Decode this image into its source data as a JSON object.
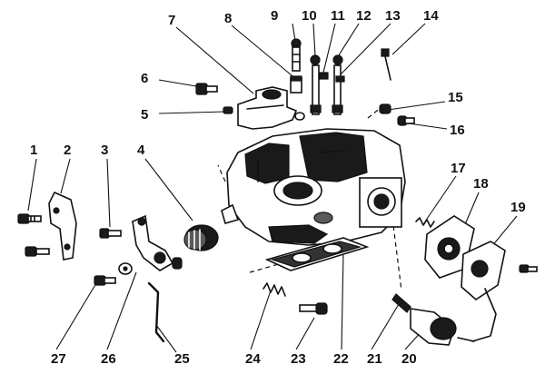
{
  "figure": {
    "callouts": [
      {
        "id": "1",
        "label": "1"
      },
      {
        "id": "2",
        "label": "2"
      },
      {
        "id": "3",
        "label": "3"
      },
      {
        "id": "4",
        "label": "4"
      },
      {
        "id": "5",
        "label": "5"
      },
      {
        "id": "6",
        "label": "6"
      },
      {
        "id": "7",
        "label": "7"
      },
      {
        "id": "8",
        "label": "8"
      },
      {
        "id": "9",
        "label": "9"
      },
      {
        "id": "10",
        "label": "10"
      },
      {
        "id": "11",
        "label": "11"
      },
      {
        "id": "12",
        "label": "12"
      },
      {
        "id": "13",
        "label": "13"
      },
      {
        "id": "14",
        "label": "14"
      },
      {
        "id": "15",
        "label": "15"
      },
      {
        "id": "16",
        "label": "16"
      },
      {
        "id": "17",
        "label": "17"
      },
      {
        "id": "18",
        "label": "18"
      },
      {
        "id": "19",
        "label": "19"
      },
      {
        "id": "20",
        "label": "20"
      },
      {
        "id": "21",
        "label": "21"
      },
      {
        "id": "22",
        "label": "22"
      },
      {
        "id": "23",
        "label": "23"
      },
      {
        "id": "24",
        "label": "24"
      },
      {
        "id": "25",
        "label": "25"
      },
      {
        "id": "26",
        "label": "26"
      },
      {
        "id": "27",
        "label": "27"
      }
    ]
  }
}
